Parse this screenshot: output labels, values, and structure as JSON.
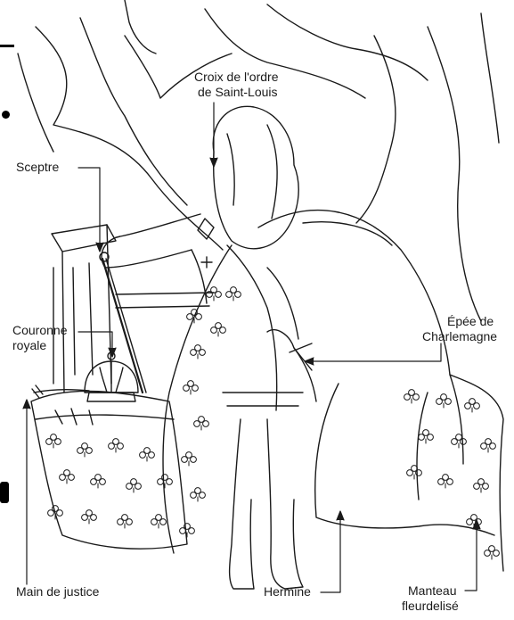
{
  "labels": {
    "croix_line1": "Croix de l'ordre",
    "croix_line2": "de Saint-Louis",
    "sceptre": "Sceptre",
    "couronne_line1": "Couronne",
    "couronne_line2": "royale",
    "epee_line1": "Épée de",
    "epee_line2": "Charlemagne",
    "main": "Main de justice",
    "hermine": "Hermine",
    "manteau_line1": "Manteau",
    "manteau_line2": "fleurdelisé"
  },
  "colors": {
    "ink": "#1a1a1a",
    "background": "#ffffff"
  }
}
